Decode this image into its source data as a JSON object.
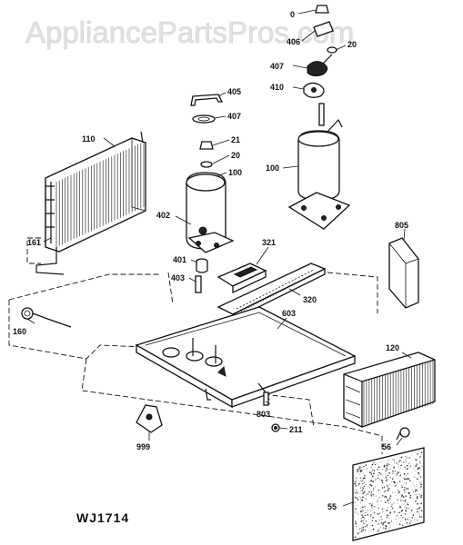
{
  "watermark": "AppliancePartsPros.com",
  "diagram_code": "WJ1714",
  "callouts": {
    "p0": "0",
    "p406": "406",
    "p20a": "20",
    "p407a": "407",
    "p410": "410",
    "p405": "405",
    "p407b": "407",
    "p21": "21",
    "p20b": "20",
    "p100a": "100",
    "p100b": "100",
    "p110": "110",
    "p402": "402",
    "p161": "161",
    "p321": "321",
    "p805": "805",
    "p401": "401",
    "p403": "403",
    "p320": "320",
    "p603": "603",
    "p160": "160",
    "p120": "120",
    "p803": "803",
    "p211": "211",
    "p999": "999",
    "p56": "56",
    "p55": "55"
  }
}
